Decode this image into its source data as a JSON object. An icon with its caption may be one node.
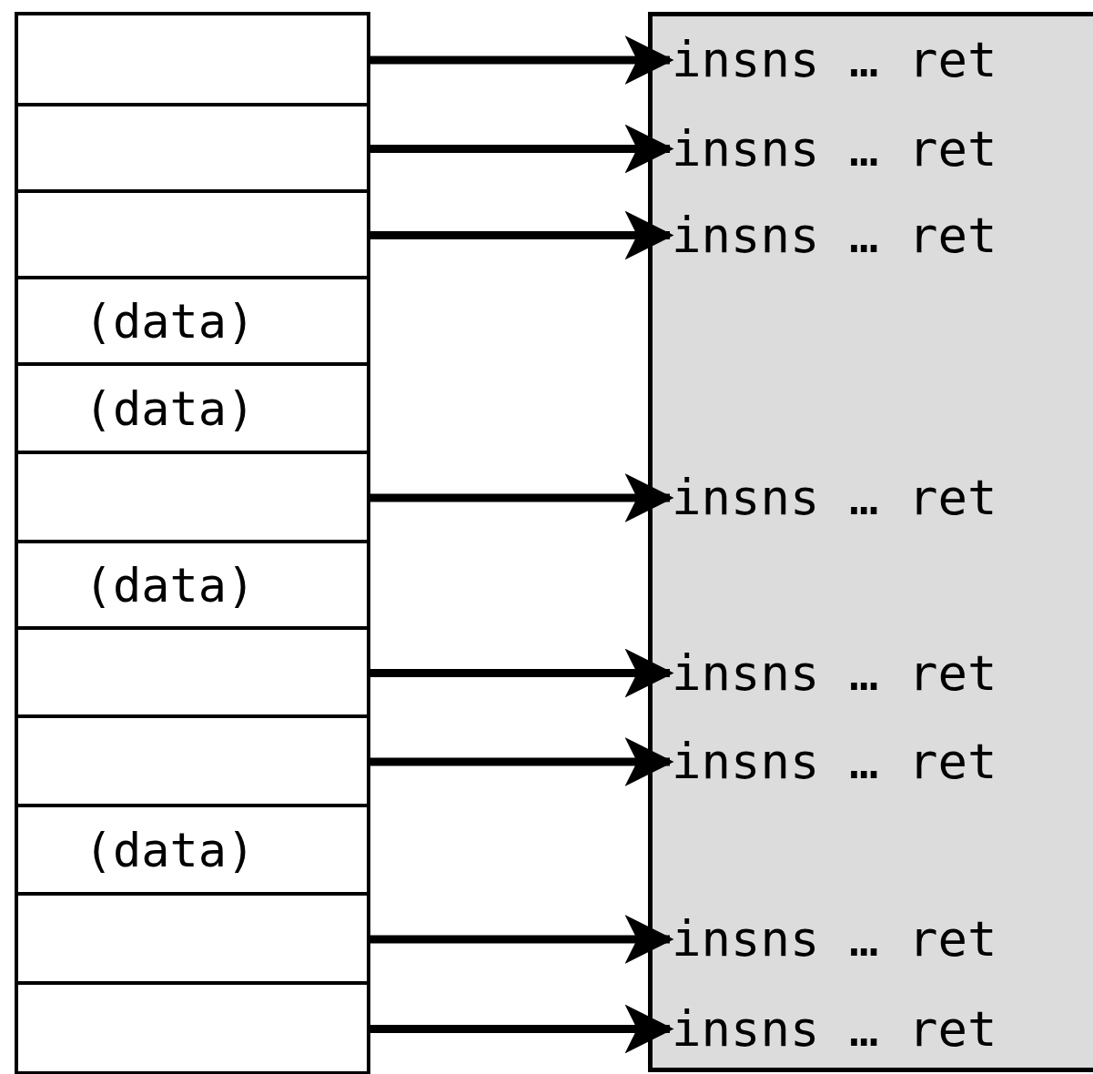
{
  "diagram": {
    "nodes": [
      {
        "text": [],
        "shape": "box"
      },
      {
        "text": [],
        "shape": "box"
      },
      {
        "text": [],
        "shape": "box"
      },
      {
        "text": [
          "(data)"
        ]
      },
      {
        "text": [
          "(data)"
        ]
      },
      {
        "text": [],
        "shape": "box"
      },
      {
        "text": [
          "(data)"
        ]
      },
      {
        "text": [],
        "shape": "box"
      },
      {
        "text": [],
        "shape": "box"
      },
      {
        "text": [
          "(data)"
        ]
      },
      {
        "text": [],
        "shape": "box"
      },
      {
        "text": [],
        "shape": "box"
      },
      {
        "text": [],
        "shape": "box"
      },
      {
        "text": [
          "insns … ret"
        ],
        "in": 12
      },
      {
        "text": [
          "insns … ret"
        ],
        "in": 12
      },
      {
        "text": [
          "insns … ret"
        ],
        "in": 12
      },
      {
        "text": [
          "insns … ret"
        ],
        "in": 12
      },
      {
        "text": [
          "insns … ret"
        ],
        "in": 12
      },
      {
        "text": [
          "insns … ret"
        ],
        "in": 12
      },
      {
        "text": [
          "insns … ret"
        ],
        "in": 12
      },
      {
        "text": [
          "insns … ret"
        ],
        "in": 12
      }
    ],
    "edges": [
      {
        "from": 0,
        "to": 13,
        "arrow": "to"
      },
      {
        "from": 1,
        "to": 14,
        "arrow": "to"
      },
      {
        "from": 2,
        "to": 15,
        "arrow": "to"
      },
      {
        "from": 5,
        "to": 16,
        "arrow": "to"
      },
      {
        "from": 7,
        "to": 17,
        "arrow": "to"
      },
      {
        "from": 8,
        "to": 18,
        "arrow": "to"
      },
      {
        "from": 10,
        "to": 19,
        "arrow": "to"
      },
      {
        "from": 11,
        "to": 20,
        "arrow": "to"
      }
    ]
  }
}
